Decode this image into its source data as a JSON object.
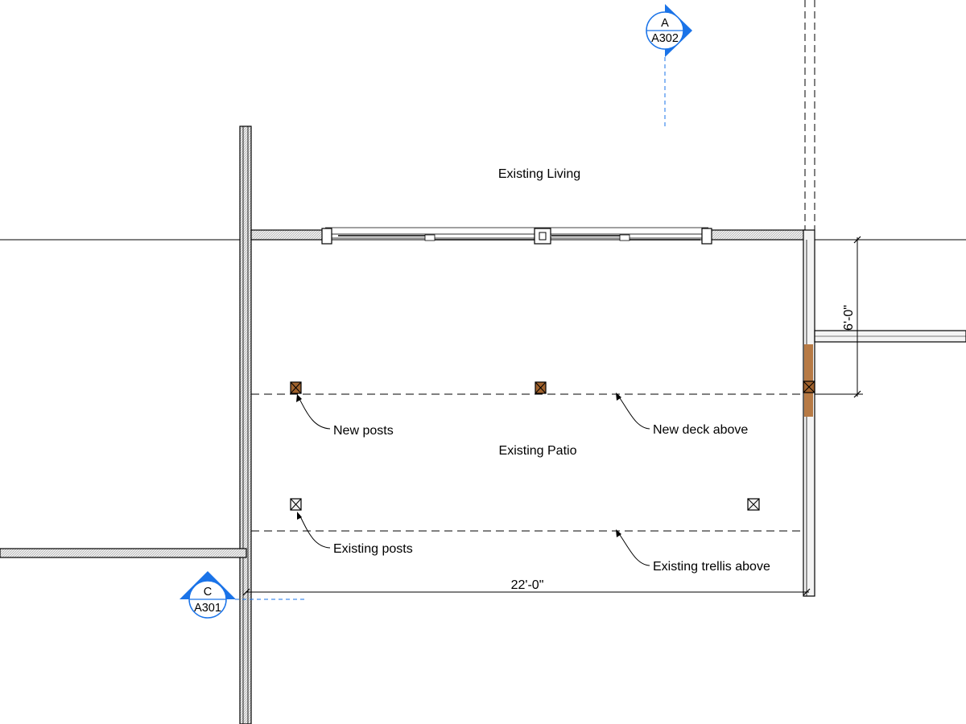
{
  "rooms": {
    "living": "Existing Living",
    "patio": "Existing Patio"
  },
  "notes": {
    "new_posts": "New posts",
    "new_deck": "New deck above",
    "existing_posts": "Existing posts",
    "existing_trellis": "Existing trellis above"
  },
  "dimensions": {
    "width": "22'-0\"",
    "offset": "6'-0\""
  },
  "section_markers": {
    "a": {
      "letter": "A",
      "sheet": "A302"
    },
    "c": {
      "letter": "C",
      "sheet": "A301"
    }
  },
  "colors": {
    "line": "#000000",
    "wall_fill": "#d9d9d9",
    "new_post": "#a0622d",
    "new_infill": "#b77a45",
    "section_marker": "#1a73e8"
  }
}
